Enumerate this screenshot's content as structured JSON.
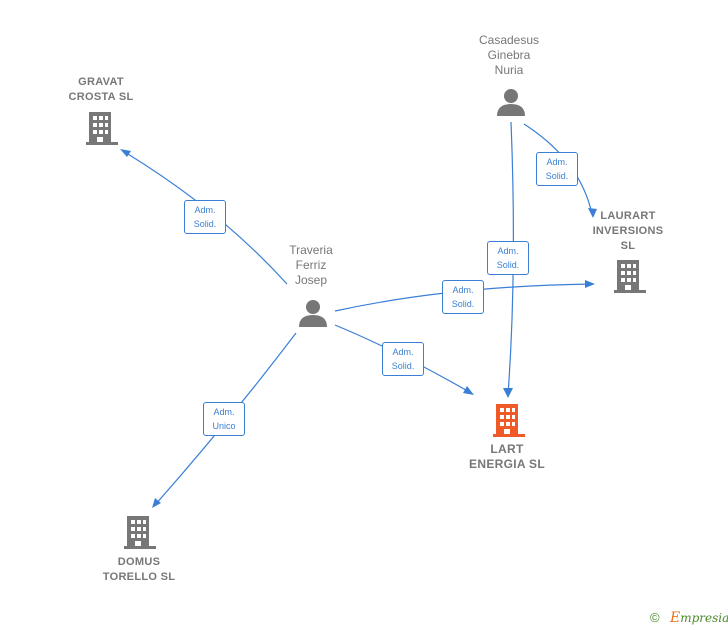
{
  "nodes": {
    "gravat": {
      "name": [
        "GRAVAT",
        "CROSTA  SL"
      ],
      "type": "company-icon"
    },
    "casadesus": {
      "name": [
        "Casadesus",
        "Ginebra",
        "Nuria"
      ],
      "type": "person-icon"
    },
    "laurart": {
      "name": [
        "LAURART",
        "INVERSIONS",
        "SL"
      ],
      "type": "company-icon"
    },
    "traveria": {
      "name": [
        "Traveria",
        "Ferriz",
        "Josep"
      ],
      "type": "person-icon"
    },
    "lart": {
      "name": [
        "LART",
        "ENERGIA  SL"
      ],
      "type": "company-icon"
    },
    "domus": {
      "name": [
        "DOMUS",
        "TORELLO  SL"
      ],
      "type": "company-icon"
    }
  },
  "edges": [
    {
      "id": "traveria-gravat",
      "role": [
        "Adm.",
        "Solid."
      ]
    },
    {
      "id": "casadesus-laurart",
      "role": [
        "Adm.",
        "Solid."
      ]
    },
    {
      "id": "casadesus-lart",
      "role": [
        "Adm.",
        "Solid."
      ]
    },
    {
      "id": "traveria-laurart",
      "role": [
        "Adm.",
        "Solid."
      ]
    },
    {
      "id": "traveria-lart",
      "role": [
        "Adm.",
        "Solid."
      ]
    },
    {
      "id": "traveria-domus",
      "role": [
        "Adm.",
        "Unico"
      ]
    }
  ],
  "colors": {
    "edge": "#3a7fd5",
    "company": "#777777",
    "target_company": "#f05a28",
    "person": "#777777"
  },
  "footer": {
    "copyright": "©",
    "brand_first": "E",
    "brand_rest": "mpresia"
  }
}
